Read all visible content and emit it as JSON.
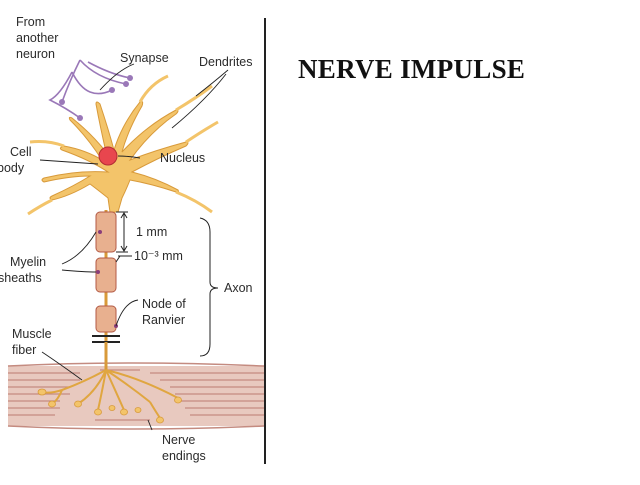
{
  "slide": {
    "title": "NERVE IMPULSE"
  },
  "labels": {
    "from_1": "From",
    "from_2": "another",
    "from_3": "neuron",
    "synapse": "Synapse",
    "dendrites": "Dendrites",
    "cell_1": "Cell",
    "cell_2": "body",
    "nucleus": "Nucleus",
    "one_mm": "1 mm",
    "micro": "10⁻³ mm",
    "myelin_1": "Myelin",
    "myelin_2": "sheaths",
    "axon": "Axon",
    "node_1": "Node of",
    "node_2": "Ranvier",
    "muscle_1": "Muscle",
    "muscle_2": "fiber",
    "nerve_1": "Nerve",
    "nerve_2": "endings"
  },
  "colors": {
    "neuron": "#f3c46a",
    "neuron_edge": "#d89a3a",
    "nucleus": "#e8464e",
    "muscle": "#e8c9bf",
    "muscle_stripe": "#c48b80",
    "myelin": "#e8b08f",
    "myelin_edge": "#b35a45",
    "synapse_fiber": "#9a78b8"
  }
}
